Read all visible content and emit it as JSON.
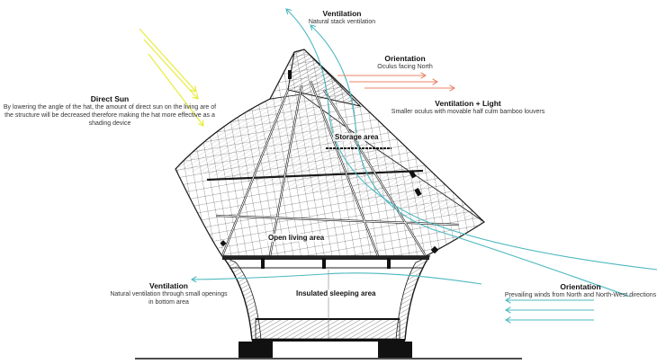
{
  "annotations": {
    "direct_sun": {
      "title": "Direct Sun",
      "text": "By lowering the angle of the hat, the amount of direct sun on the living are of the structure will be decreased therefore making the hat more effective as a shading device"
    },
    "stack_ventilation": {
      "title": "Ventilation",
      "text": "Natural stack ventilation"
    },
    "oculus_orientation": {
      "title": "Orientation",
      "text": "Oculus facing North"
    },
    "ventilation_light": {
      "title": "Ventilation + Light",
      "text": "Smaller oculus with movable half culm bamboo louvers"
    },
    "bottom_ventilation": {
      "title": "Ventilation",
      "text": "Natural ventilation through small openings in bottom area"
    },
    "wind_orientation": {
      "title": "Orientation",
      "text": "Prevailing winds from North and North-West directions"
    }
  },
  "spaces": {
    "storage": "Storage area",
    "living": "Open living area",
    "sleeping": "Insulated sleeping area"
  },
  "colors": {
    "sun": "#e8ec3a",
    "air": "#4bb8bf",
    "light": "#e8866a",
    "structure": "#1a1a1a"
  }
}
